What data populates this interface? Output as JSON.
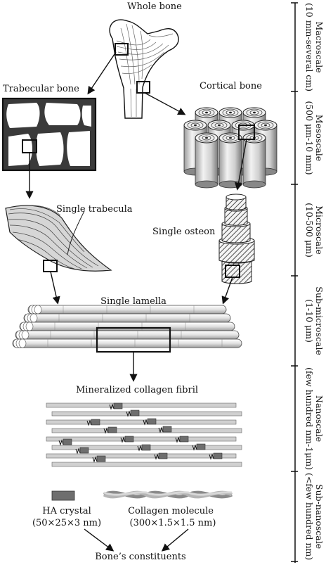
{
  "labels": {
    "whole_bone": "Whole bone",
    "trabecular_bone": "Trabecular bone",
    "cortical_bone": "Cortical bone",
    "single_trabecula": "Single trabecula",
    "single_osteon": "Single osteon",
    "single_lamella": "Single lamella",
    "mineralized_collagen_fibril": "Mineralized collagen fibril",
    "ha_crystal": "HA crystal",
    "ha_crystal_size": "(50×25×3 nm)",
    "collagen_molecule": "Collagen molecule",
    "collagen_molecule_size": "(300×1.5×1.5 nm)",
    "bones_constituents": "Bone’s constituents"
  },
  "scales": [
    {
      "name": "Macroscale",
      "range": "(10 mm-several cm)"
    },
    {
      "name": "Mesoscale",
      "range": "(500 μm-10 mm)"
    },
    {
      "name": "Microscale",
      "range": "(10-500 μm)"
    },
    {
      "name": "Sub-microscale",
      "range": "(1-10 μm)"
    },
    {
      "name": "Nanoscale",
      "range": "(few hundred nm-1μm)"
    },
    {
      "name": "Sub-nanoscale",
      "range": "(<few hundred nm)"
    }
  ]
}
